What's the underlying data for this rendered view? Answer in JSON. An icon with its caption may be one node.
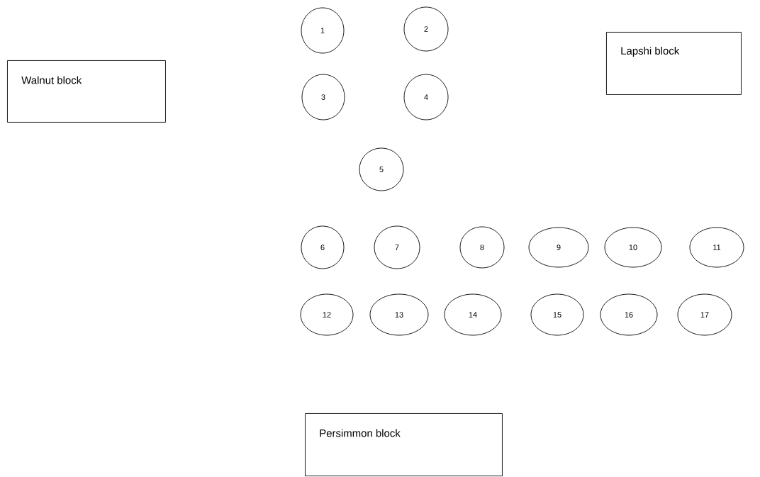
{
  "diagram": {
    "nodes": [
      {
        "text": [
          "1"
        ]
      },
      {
        "text": [
          "2"
        ]
      },
      {
        "text": [
          "Lapshi block"
        ]
      },
      {
        "text": [
          "Walnut block"
        ]
      },
      {
        "text": [
          "3"
        ]
      },
      {
        "text": [
          "4"
        ]
      },
      {
        "text": [
          "5"
        ]
      },
      {
        "text": [
          "6"
        ]
      },
      {
        "text": [
          "7"
        ]
      },
      {
        "text": [
          "8"
        ]
      },
      {
        "text": [
          "9"
        ]
      },
      {
        "text": [
          "10"
        ]
      },
      {
        "text": [
          "11"
        ]
      },
      {
        "text": [
          "12"
        ]
      },
      {
        "text": [
          "13"
        ]
      },
      {
        "text": [
          "14"
        ]
      },
      {
        "text": [
          "15"
        ]
      },
      {
        "text": [
          "16"
        ]
      },
      {
        "text": [
          "17"
        ]
      },
      {
        "text": [
          "Persimmon block"
        ]
      }
    ]
  }
}
